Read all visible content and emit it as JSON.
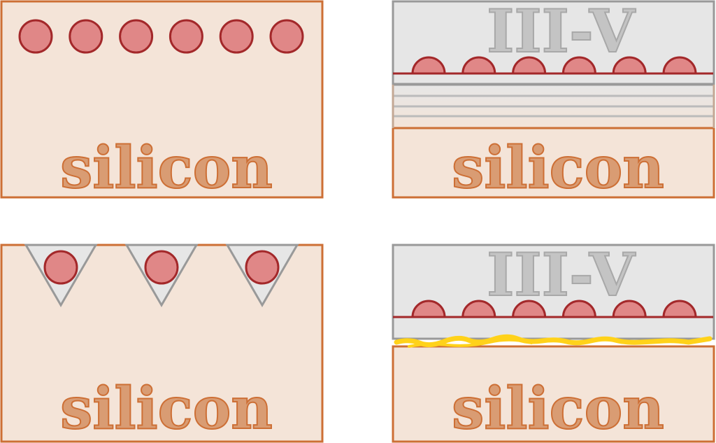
{
  "panels": {
    "top_left": {
      "substrate_label": "silicon",
      "dot_count": 6
    },
    "top_right": {
      "top_label": "III-V",
      "substrate_label": "silicon",
      "dot_count": 6
    },
    "bottom_left": {
      "substrate_label": "silicon",
      "dot_count": 3
    },
    "bottom_right": {
      "top_label": "III-V",
      "substrate_label": "silicon",
      "dot_count": 6
    }
  },
  "colors": {
    "silicon_fill": "#f4e4d8",
    "silicon_stroke": "#cd6f35",
    "iiiv_fill": "#e6e6e6",
    "dot_fill": "#e08787",
    "dot_stroke": "#a3282a",
    "bond_layer": "#ffd21a"
  }
}
